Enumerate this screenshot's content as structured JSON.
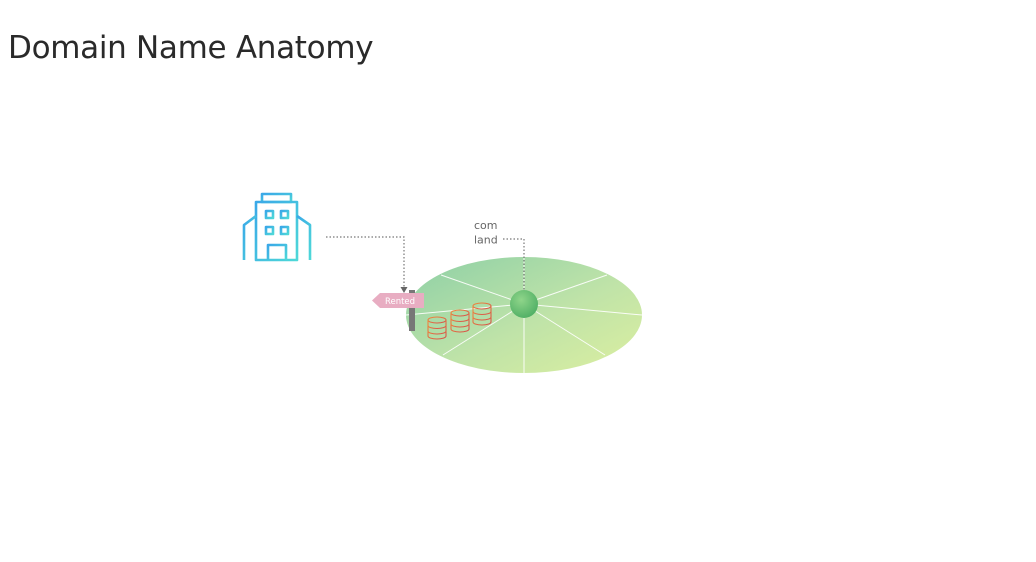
{
  "slide": {
    "title": "Domain Name Anatomy"
  },
  "diagram": {
    "center_label_line1": "com",
    "center_label_line2": "land",
    "sign_label": "Rented",
    "icons": [
      "office-building-icon",
      "database-icon",
      "database-icon",
      "database-icon"
    ]
  },
  "colors": {
    "building": "#3fc6e0",
    "land_light": "#cfe8a8",
    "land_dark": "#8ed0a4",
    "center_dot": "#66c070",
    "sign": "#e8adc2",
    "database": "#e06c3c",
    "connector": "#777777"
  }
}
